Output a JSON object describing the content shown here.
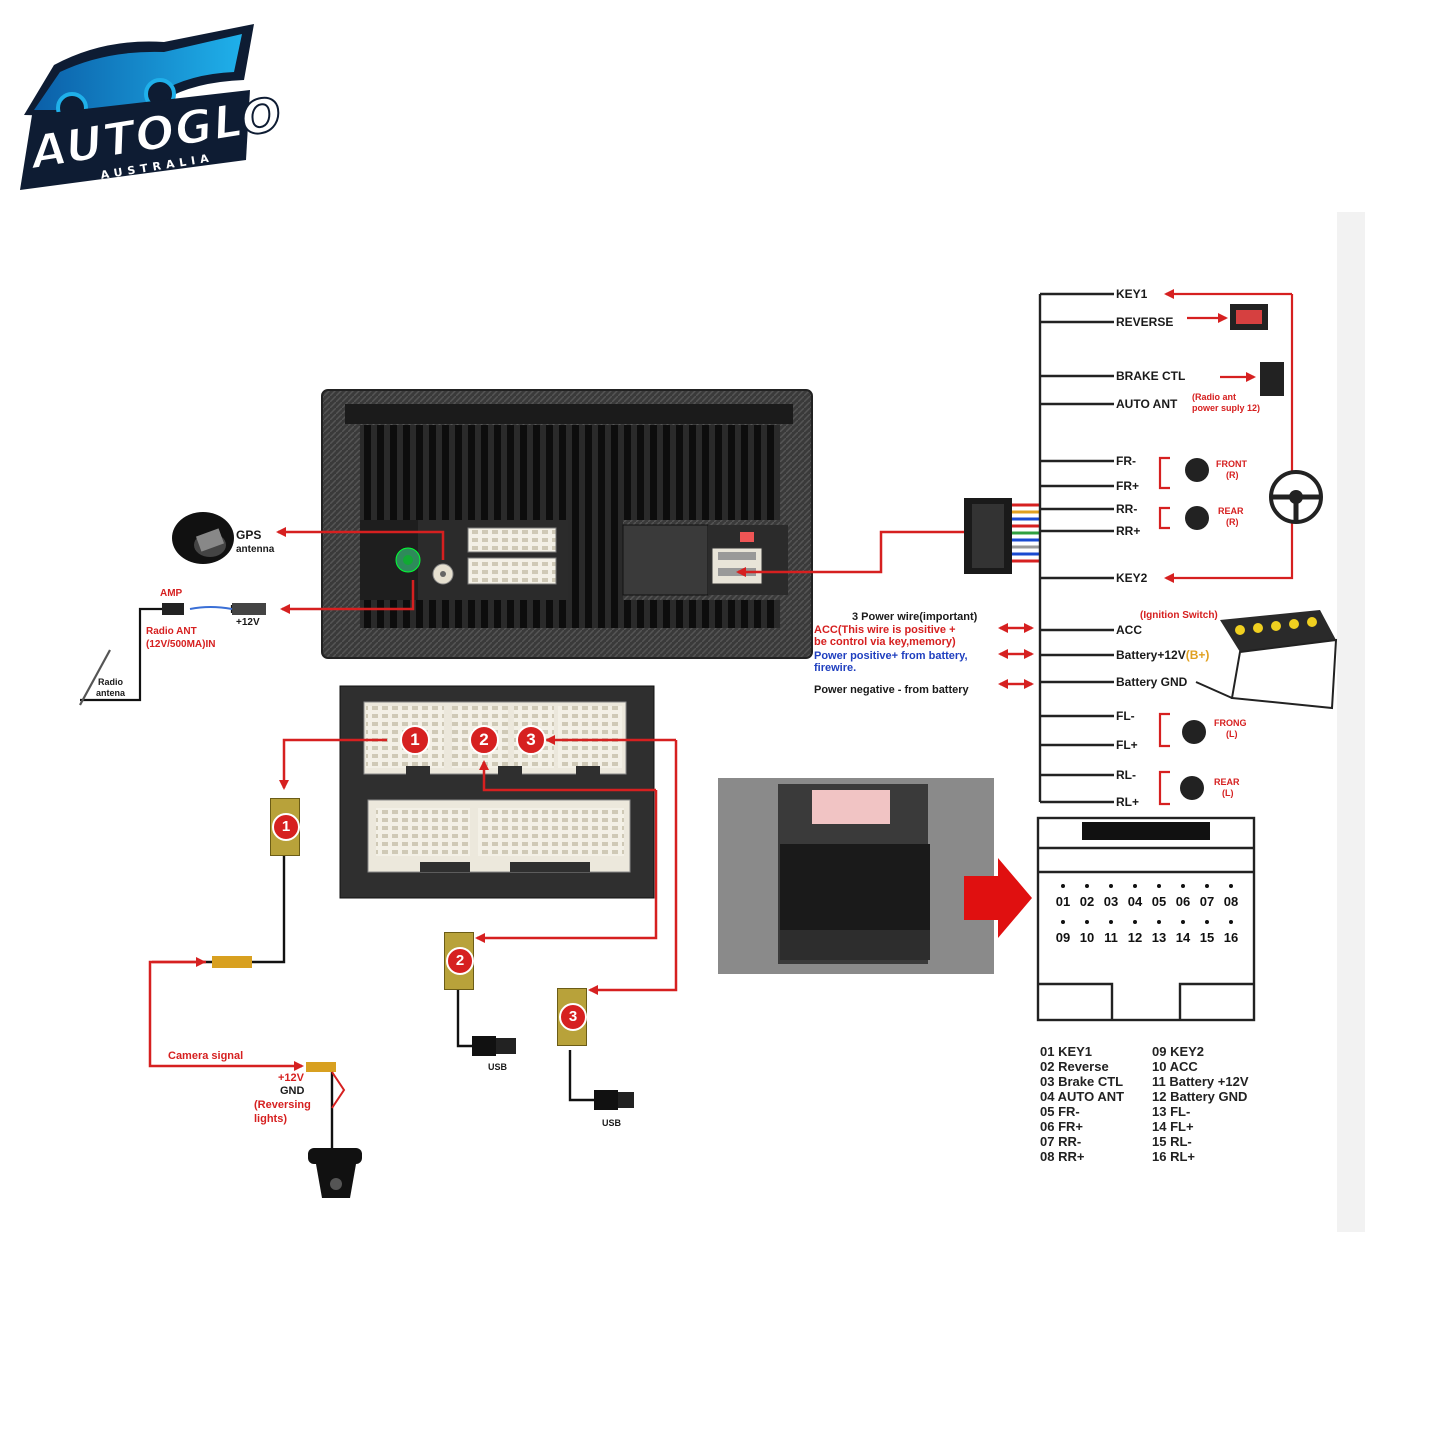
{
  "brand": {
    "name": "AUTOGLO",
    "subtitle": "AUSTRALIA"
  },
  "colors": {
    "wire_red": "#d62020",
    "text_dark": "#1a1a1a",
    "blue_text": "#1f3fbf",
    "connector_white": "#ece8dc",
    "tag_gold": "#b8a23a"
  },
  "left_labels": {
    "gps": "GPS",
    "gps_sub": "antenna",
    "amp": "AMP",
    "plus12": "+12V",
    "radio_ant": "Radio ANT",
    "radio_ant_spec": "(12V/500MA)IN",
    "radio_antenna_1": "Radio",
    "radio_antenna_2": "antena"
  },
  "harness": {
    "key1": "KEY1",
    "reverse": "REVERSE",
    "brake": "BRAKE CTL",
    "auto_ant": "AUTO ANT",
    "auto_ant_note_1": "(Radio ant",
    "auto_ant_note_2": "power suply 12)",
    "fr_minus": "FR-",
    "fr_plus": "FR+",
    "rr_minus": "RR-",
    "rr_plus": "RR+",
    "key2": "KEY2",
    "acc": "ACC",
    "battery": "Battery+12V",
    "battery_b": "(B+)",
    "gnd": "Battery GND",
    "fl_minus": "FL-",
    "fl_plus": "FL+",
    "rl_minus": "RL-",
    "rl_plus": "RL+",
    "front_r_1": "FRONT",
    "front_r_2": "(R)",
    "rear_r_1": "REAR",
    "rear_r_2": "(R)",
    "front_l_1": "FRONG",
    "front_l_2": "(L)",
    "rear_l_1": "REAR",
    "rear_l_2": "(L)",
    "ignition": "(Ignition Switch)"
  },
  "power_notes": {
    "title": "3 Power wire(important)",
    "acc_1": "ACC(This wire is positive +",
    "acc_2": "be control via key,memory)",
    "pos_1": "Power positive+ from battery,",
    "pos_2": "firewire.",
    "neg": "Power negative - from battery"
  },
  "bottom": {
    "camera_signal": "Camera signal",
    "cam_12v": "+12V",
    "cam_gnd": "GND",
    "cam_rev_1": "(Reversing",
    "cam_rev_2": "lights)",
    "usb_a": "USB",
    "usb_b": "USB",
    "n1": "1",
    "n2": "2",
    "n3": "3"
  },
  "pins_top": [
    "01",
    "02",
    "03",
    "04",
    "05",
    "06",
    "07",
    "08"
  ],
  "pins_bottom": [
    "09",
    "10",
    "11",
    "12",
    "13",
    "14",
    "15",
    "16"
  ],
  "legend_left": [
    "01 KEY1",
    "02 Reverse",
    "03 Brake CTL",
    "04 AUTO ANT",
    "05 FR-",
    "06 FR+",
    "07 RR-",
    "08 RR+"
  ],
  "legend_right": [
    "09 KEY2",
    "10 ACC",
    "11 Battery +12V",
    "12 Battery GND",
    "13 FL-",
    "14 FL+",
    "15 RL-",
    "16 RL+"
  ]
}
